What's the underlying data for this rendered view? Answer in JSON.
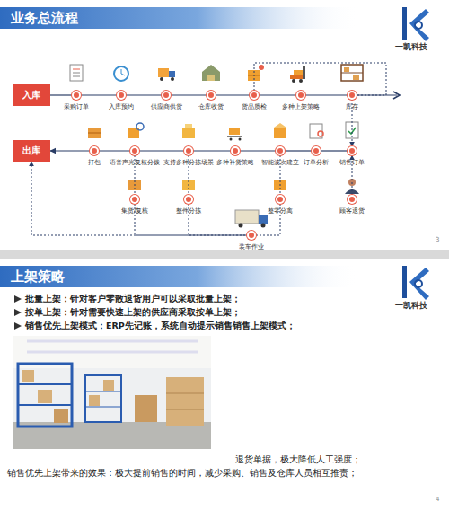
{
  "diagram": {
    "title": "业务总流程",
    "nodes": [
      {
        "text": [
          "入库"
        ]
      },
      {
        "text": [
          "采购订单"
        ]
      },
      {
        "text": [
          "入库预约"
        ]
      },
      {
        "text": [
          "供应商供货"
        ]
      },
      {
        "text": [
          "仓库收货"
        ]
      },
      {
        "text": [
          "货品质检"
        ]
      },
      {
        "text": [
          "多种上架策略"
        ]
      },
      {
        "text": [
          "库存"
        ]
      },
      {
        "text": [
          "销售订单"
        ]
      },
      {
        "text": [
          "订单分析"
        ]
      },
      {
        "text": [
          "智能波次建立"
        ]
      },
      {
        "text": [
          "多种补货策略"
        ]
      },
      {
        "text": [
          "支持多种分拣场景"
        ]
      },
      {
        "text": [
          "语音声光复核分拨"
        ]
      },
      {
        "text": [
          "打包"
        ]
      },
      {
        "text": [
          "出库"
        ]
      },
      {
        "text": [
          "集货/复核"
        ]
      },
      {
        "text": [
          "整件分拣"
        ]
      },
      {
        "text": [
          "整零分离"
        ]
      },
      {
        "text": [
          "装车作业"
        ]
      },
      {
        "text": [
          "顾客退货"
        ]
      }
    ],
    "edges": [
      {
        "from": 0,
        "to": 1,
        "arrow": "none"
      },
      {
        "from": 1,
        "to": 2,
        "arrow": "none"
      },
      {
        "from": 2,
        "to": 3,
        "arrow": "none"
      },
      {
        "from": 3,
        "to": 4,
        "arrow": "none"
      },
      {
        "from": 4,
        "to": 5,
        "arrow": "none"
      },
      {
        "from": 5,
        "to": 6,
        "arrow": "none"
      },
      {
        "from": 6,
        "to": 7,
        "arrow": "none"
      },
      {
        "from": 5,
        "to": 7,
        "arrow": "none"
      },
      {
        "from": 7,
        "to": 8,
        "arrow": "to"
      },
      {
        "from": 8,
        "to": 9,
        "arrow": "none"
      },
      {
        "from": 9,
        "to": 10,
        "arrow": "none"
      },
      {
        "from": 10,
        "to": 11,
        "arrow": "none"
      },
      {
        "from": 11,
        "to": 12,
        "arrow": "none"
      },
      {
        "from": 12,
        "to": 13,
        "arrow": "none"
      },
      {
        "from": 13,
        "to": 14,
        "arrow": "none"
      },
      {
        "from": 14,
        "to": 15,
        "arrow": "to"
      },
      {
        "from": 13,
        "to": 16,
        "arrow": "none"
      },
      {
        "from": 12,
        "to": 17,
        "arrow": "none"
      },
      {
        "from": 10,
        "to": 18,
        "arrow": "none"
      },
      {
        "from": 16,
        "to": 19,
        "arrow": "none"
      },
      {
        "from": 17,
        "to": 19,
        "arrow": "none"
      },
      {
        "from": 18,
        "to": 19,
        "arrow": "none"
      },
      {
        "from": 19,
        "to": 15,
        "arrow": "to"
      },
      {
        "from": 20,
        "to": 8,
        "arrow": "to"
      }
    ],
    "labels": [
      "一凯科技",
      "3",
      "上架策略",
      "一凯科技",
      "批量上架：针对客户零散退货用户可以采取批量上架；",
      "按单上架：针对需要快速上架的供应商采取按单上架；",
      "销售优先上架模式：ERP先记账，系统自动提示销售销售上架模式；",
      "退货单据，极大降低人工强度；",
      "销售优先上架带来的效果：极大提前销售的时间，减少采购、销售及仓库人员相互推责；",
      "4"
    ]
  }
}
